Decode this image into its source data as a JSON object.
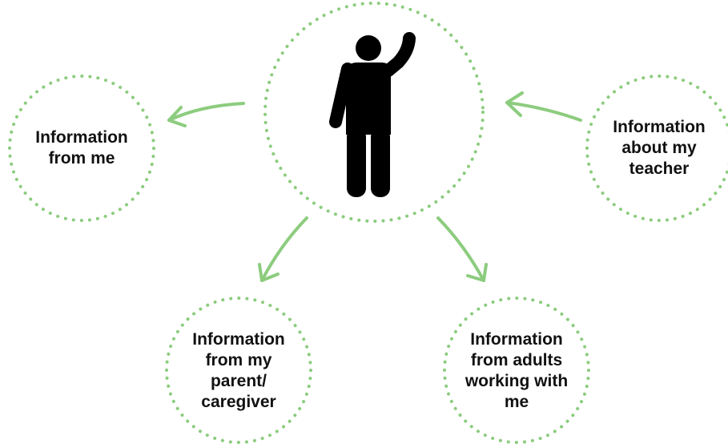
{
  "diagram": {
    "accent_color": "#8ccc7e",
    "figure_color": "#000000",
    "center": {
      "icon": "person-raising-hand-icon"
    },
    "nodes": {
      "from_me": {
        "lines": [
          "Information",
          "from me"
        ]
      },
      "about_teacher": {
        "lines": [
          "Information",
          "about my",
          "teacher"
        ]
      },
      "from_parent": {
        "lines": [
          "Information",
          "from my",
          "parent/",
          "caregiver"
        ]
      },
      "from_adults": {
        "lines": [
          "Information",
          "from adults",
          "working with",
          "me"
        ]
      }
    }
  }
}
